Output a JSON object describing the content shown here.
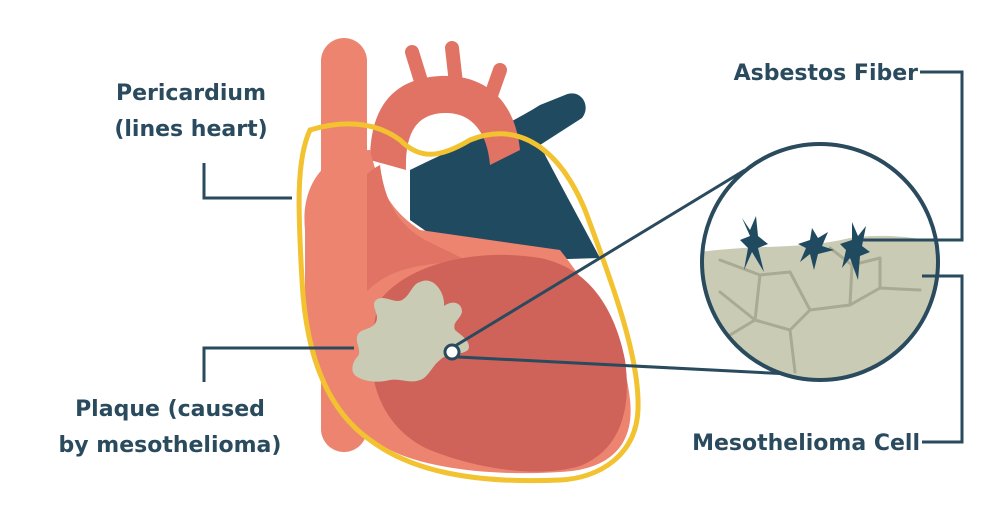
{
  "labels": {
    "pericardium": {
      "line1": "Pericardium",
      "line2": "(lines heart)"
    },
    "plaque": {
      "line1": "Plaque (caused",
      "line2": "by mesothelioma)"
    },
    "asbestos_fiber": "Asbestos Fiber",
    "mesothelioma_cell": "Mesothelioma Cell"
  },
  "colors": {
    "label_text": "#2a4a5e",
    "leader_line": "#2a4a5e",
    "heart_light": "#ec8470",
    "heart_mid": "#e07364",
    "heart_dark": "#cf6259",
    "vessel_dark": "#1f4a60",
    "pericardium": "#f2c230",
    "plaque": "#c9cbb4",
    "cell_line": "#a8aa94"
  }
}
